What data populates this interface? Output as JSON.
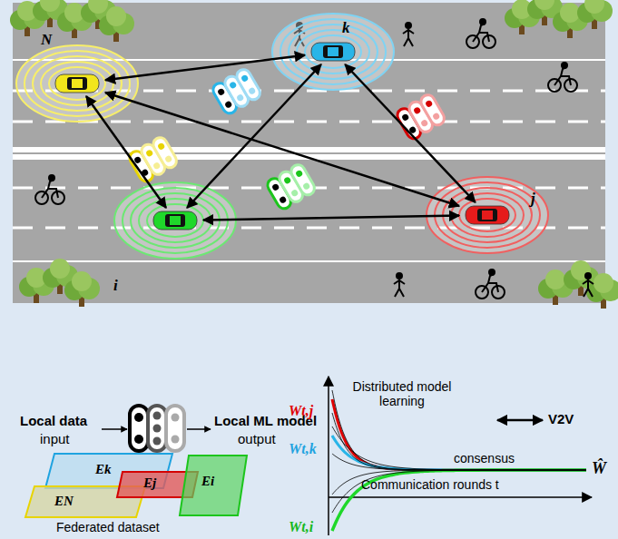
{
  "diagram": {
    "nodes": [
      {
        "text": [
          "k"
        ]
      },
      {
        "text": [
          "N"
        ]
      },
      {
        "text": [
          "j"
        ]
      },
      {
        "text": [
          "i"
        ]
      }
    ],
    "edges": [
      {
        "from": 1,
        "to": 0,
        "arrow": "both"
      },
      {
        "from": 1,
        "to": 3,
        "arrow": "both"
      },
      {
        "from": 1,
        "to": 2,
        "arrow": "both"
      },
      {
        "from": 0,
        "to": 2,
        "arrow": "both"
      },
      {
        "from": 0,
        "to": 3,
        "arrow": "both"
      },
      {
        "from": 3,
        "to": 2,
        "arrow": "both"
      }
    ],
    "labels": [
      "Local data",
      "input",
      "Local ML model",
      "output",
      "Distributed model learning",
      "consensus",
      "Communication rounds t",
      "Wt,j",
      "Wt,k",
      "Wt,i",
      "Ŵ",
      "Ek",
      "Ej",
      "EN",
      "Ei",
      "Federated dataset"
    ],
    "legend": [
      {
        "text": "V2V"
      }
    ]
  }
}
